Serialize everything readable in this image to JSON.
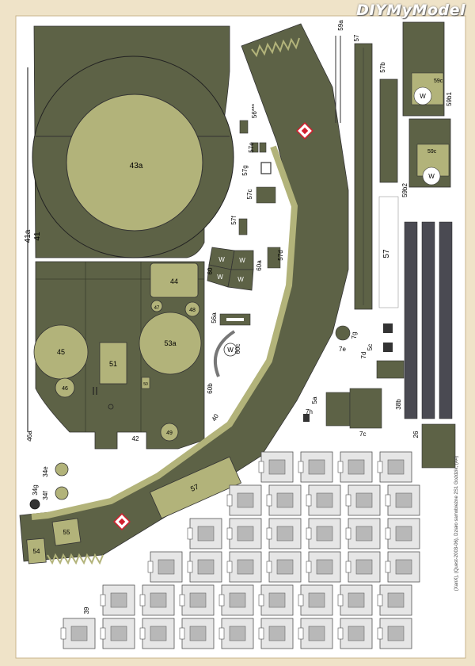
{
  "watermark": "DIYMyModel",
  "colors": {
    "paper_bg": "#efe3c8",
    "sheet": "#ffffff",
    "olive": "#5d6246",
    "olive_dark": "#4b503a",
    "khaki": "#b2b37a",
    "track_dark": "#4a4a52",
    "track_light": "#e6e6e6",
    "emblem_red": "#d21e2d"
  },
  "side_note": "(XanX), (Quest-2003-06), Działo samobieżne 2S1 Goździk, (A4)",
  "labels": {
    "p41": "41",
    "p41a": "41a",
    "p43a": "43a",
    "p42": "42",
    "p44": "44",
    "p45": "45",
    "p46": "46",
    "p46a": "46a",
    "p47": "47",
    "p48": "48",
    "p49": "49",
    "p50": "50",
    "p51": "51",
    "p53a": "53a",
    "p54": "54",
    "p55": "55",
    "p34e": "34e",
    "p34f": "34f",
    "p34g": "34g",
    "p56": "56***",
    "p56a": "56a",
    "p57": "57",
    "p57_strip": "57",
    "p57_white": "57",
    "p57_top": "57",
    "p57b": "57b",
    "p57c": "57c",
    "p57d": "57d",
    "p57e": "57e",
    "p57f": "57f",
    "p57g": "57g",
    "p59a": "59a",
    "p59b1": "59b1",
    "p59b2": "59b2",
    "p59c_1": "59c",
    "p59c_2": "59c",
    "p60": "60",
    "p60a": "60a",
    "p60b": "60b",
    "p60c": "60c",
    "p5a": "5a",
    "p5c": "5c",
    "p7c": "7c",
    "p7d": "7d",
    "p7e": "7e",
    "p7g": "7g",
    "p7h": "7h",
    "p26": "26",
    "p38b": "38b",
    "p39": "39",
    "p40": "40",
    "w_mark": "W"
  }
}
